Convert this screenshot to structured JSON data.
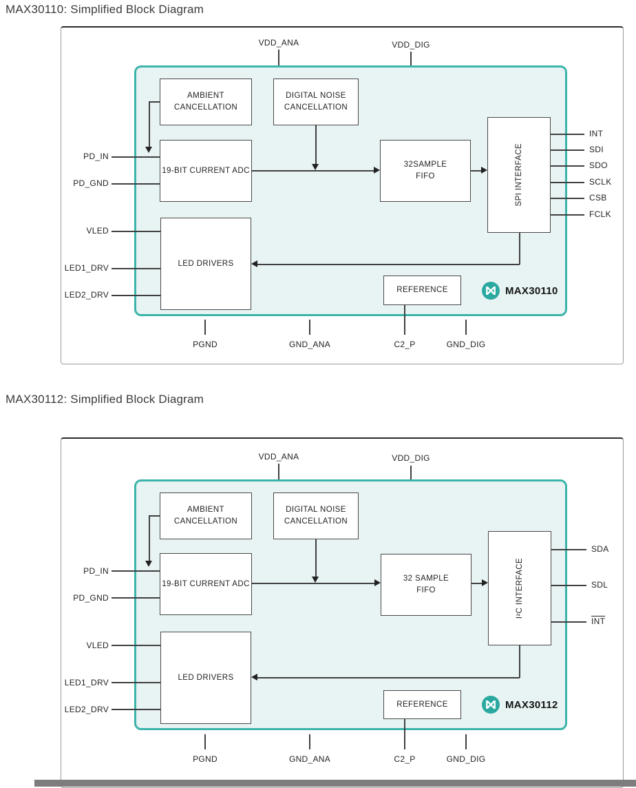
{
  "colors": {
    "accent_teal": "#3bb4aa",
    "panel_fill": "#e8f3f3",
    "logo_teal": "#2ba9a1"
  },
  "diagrams": [
    {
      "title": "MAX30110: Simplified Block Diagram",
      "chip_name": "MAX30110",
      "top_pins": [
        "VDD_ANA",
        "VDD_DIG"
      ],
      "left_pins": [
        "PD_IN",
        "PD_GND",
        "VLED",
        "LED1_DRV",
        "LED2_DRV"
      ],
      "right_pins": [
        "INT",
        "SDI",
        "SDO",
        "SCLK",
        "CSB",
        "FCLK"
      ],
      "bottom_pins": [
        "PGND",
        "GND_ANA",
        "C2_P",
        "GND_DIG"
      ],
      "blocks": {
        "ambient_cancellation": "AMBIENT\nCANCELLATION",
        "digital_noise_cancellation": "DIGITAL NOISE\nCANCELLATION",
        "current_adc": "19-BIT CURRENT ADC",
        "fifo": "32SAMPLE\nFIFO",
        "interface": "SPI INTERFACE",
        "led_drivers": "LED DRIVERS",
        "reference": "REFERENCE"
      }
    },
    {
      "title": "MAX30112: Simplified Block Diagram",
      "chip_name": "MAX30112",
      "top_pins": [
        "VDD_ANA",
        "VDD_DIG"
      ],
      "left_pins": [
        "PD_IN",
        "PD_GND",
        "VLED",
        "LED1_DRV",
        "LED2_DRV"
      ],
      "right_pins": [
        "SDA",
        "SDL",
        "INT"
      ],
      "bottom_pins": [
        "PGND",
        "GND_ANA",
        "C2_P",
        "GND_DIG"
      ],
      "blocks": {
        "ambient_cancellation": "AMBIENT\nCANCELLATION",
        "digital_noise_cancellation": "DIGITAL NOISE\nCANCELLATION",
        "current_adc": "19-BIT CURRENT ADC",
        "fifo": "32 SAMPLE\nFIFO",
        "interface": "I²C INTERFACE",
        "led_drivers": "LED DRIVERS",
        "reference": "REFERENCE"
      }
    }
  ]
}
